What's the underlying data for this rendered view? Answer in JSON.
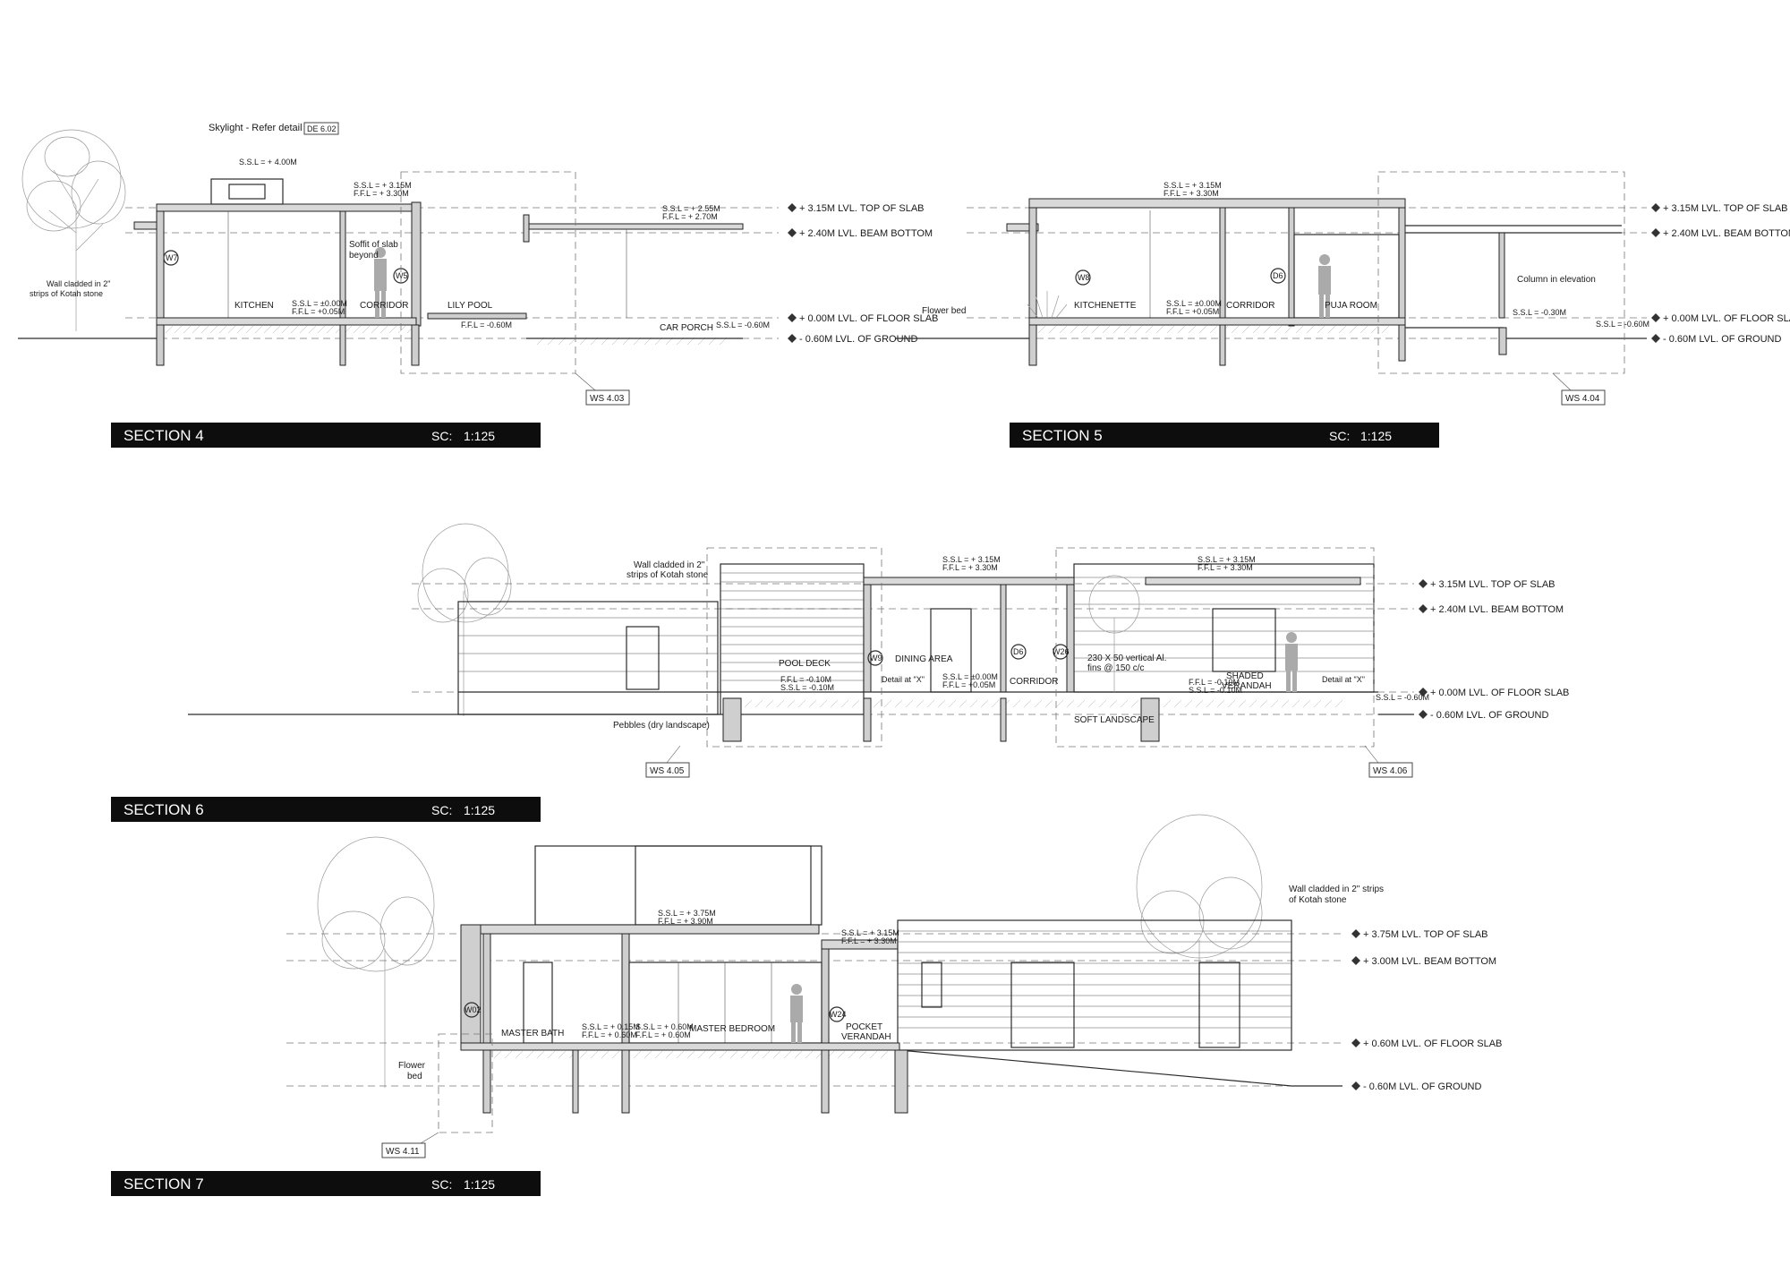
{
  "sections": [
    {
      "title": "SECTION 4",
      "scale_label": "SC:",
      "scale": "1:125",
      "reference": "WS 4.03",
      "labels": {
        "skylight": "Skylight - Refer detail",
        "skylight_ref": "DE 6.02",
        "skylight_ssl": "S.S.L = + 4.00M",
        "ssl_top": "S.S.L = + 3.15M",
        "ffl_top": "F.F.L = + 3.30M",
        "ssl_porch": "S.S.L = + 2.55M",
        "ffl_porch": "F.F.L = + 2.70M",
        "wall_clad": "Wall cladded in 2\"",
        "wall_clad_2": "strips of Kotah stone",
        "soffit": "Soffit of slab",
        "soffit_2": "beyond",
        "kitchen": "KITCHEN",
        "corridor": "CORRIDOR",
        "lily_pool": "LILY POOL",
        "car_porch": "CAR PORCH",
        "ssl_floor": "S.S.L = ±0.00M",
        "ffl_floor": "F.F.L = +0.05M",
        "ffl_pool": "F.F.L = -0.60M",
        "ssl_porch_floor": "S.S.L = -0.60M",
        "w7": "W7",
        "w5": "W5"
      }
    },
    {
      "title": "SECTION 5",
      "scale_label": "SC:",
      "scale": "1:125",
      "reference": "WS 4.04",
      "labels": {
        "ssl_top": "S.S.L = + 3.15M",
        "ffl_top": "F.F.L = + 3.30M",
        "flower_bed": "Flower bed",
        "kitchenette": "KITCHENETTE",
        "corridor": "CORRIDOR",
        "puja_room": "PUJA ROOM",
        "column": "Column in elevation",
        "ssl_floor": "S.S.L = ±0.00M",
        "ffl_floor": "F.F.L = +0.05M",
        "ssl_ext": "S.S.L = -0.30M",
        "ssl_ground": "S.S.L = -0.60M",
        "w8": "W8",
        "d6": "D6"
      }
    },
    {
      "title": "SECTION 6",
      "scale_label": "SC:",
      "scale": "1:125",
      "reference_left": "WS 4.05",
      "reference_right": "WS 4.06",
      "labels": {
        "wall_clad": "Wall cladded in 2\"",
        "wall_clad_2": "strips of Kotah stone",
        "pool_deck": "POOL DECK",
        "dining": "DINING AREA",
        "corridor": "CORRIDOR",
        "shaded": "SHADED",
        "verandah": "VERANDAH",
        "fins": "230 X 50 vertical Al.",
        "fins_2": "fins @ 150 c/c",
        "detail_x": "Detail at \"X\"",
        "detail_x2": "Detail at \"X\"",
        "pebbles": "Pebbles (dry landscape)",
        "soft_landscape": "SOFT LANDSCAPE",
        "ssl_a": "S.S.L = + 3.15M",
        "ffl_a": "F.F.L = + 3.30M",
        "ssl_b": "S.S.L = + 3.15M",
        "ffl_b": "F.F.L = + 3.30M",
        "ffl_deck": "F.F.L = -0.10M",
        "ssl_deck": "S.S.L = -0.10M",
        "ssl_dining": "S.S.L = ±0.00M",
        "ffl_dining": "F.F.L = +0.05M",
        "ffl_ver": "F.F.L = -0.10M",
        "ssl_ver": "S.S.L = -0.10M",
        "ssl_right": "S.S.L = -0.60M",
        "w9": "W9",
        "d6": "D6",
        "w26": "W26"
      }
    },
    {
      "title": "SECTION 7",
      "scale_label": "SC:",
      "scale": "1:125",
      "reference": "WS 4.11",
      "labels": {
        "wall_clad": "Wall cladded in 2\" strips",
        "wall_clad_2": "of Kotah stone",
        "flower_bed": "Flower",
        "flower_bed_2": "bed",
        "master_bath": "MASTER   BATH",
        "master_bedroom": "MASTER   BEDROOM",
        "pocket": "POCKET",
        "verandah": "VERANDAH",
        "ssl_top": "S.S.L = + 3.75M",
        "ffl_top": "F.F.L = + 3.90M",
        "ssl_mid": "S.S.L = + 3.15M",
        "ffl_mid": "F.F.L = + 3.30M",
        "ssl_bath": "S.S.L = + 0.15M",
        "ffl_bath": "F.F.L = + 0.60M",
        "ssl_bed": "S.S.L = + 0.60M",
        "ffl_bed": "F.F.L = + 0.60M",
        "w02": "W02",
        "w24": "W24"
      }
    }
  ],
  "levels_a": [
    "+ 3.15M LVL. TOP OF SLAB",
    "+ 2.40M LVL. BEAM BOTTOM",
    "+ 0.00M LVL. OF FLOOR SLAB",
    "- 0.60M LVL. OF GROUND"
  ],
  "levels_b": [
    "+ 3.75M LVL. TOP OF SLAB",
    "+ 3.00M LVL. BEAM BOTTOM",
    "+ 0.60M LVL. OF FLOOR SLAB",
    "- 0.60M LVL. OF GROUND"
  ]
}
